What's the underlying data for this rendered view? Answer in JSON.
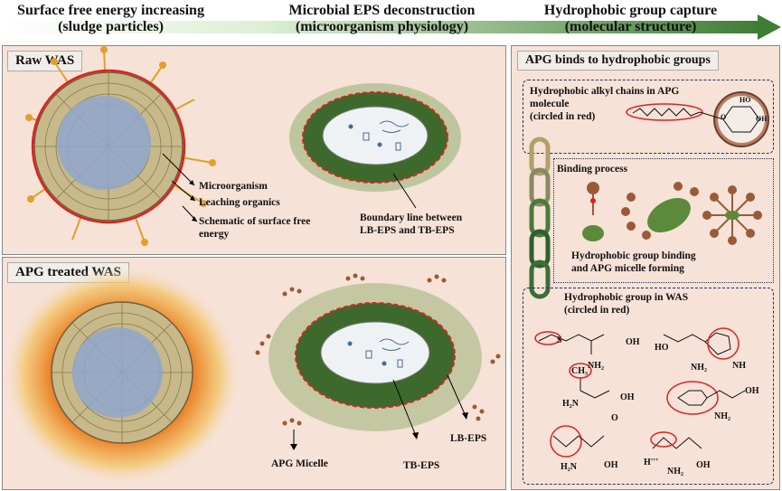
{
  "header": {
    "col1": {
      "line1": "Surface free energy increasing",
      "line2": "(sludge particles)"
    },
    "col2": {
      "line1": "Microbial EPS deconstruction",
      "line2": "(microorganism physiology)"
    },
    "col3": {
      "line1": "Hydrophobic group capture",
      "line2": "(molecular structure)"
    }
  },
  "raw_panel": {
    "title": "Raw WAS",
    "labels": {
      "microorganism": "Microorganism",
      "leaching": "Leaching organics",
      "schematic_l1": "Schematic of surface free",
      "schematic_l2": "energy",
      "boundary_l1": "Boundary line between",
      "boundary_l2": "LB-EPS and TB-EPS"
    }
  },
  "apg_panel": {
    "title": "APG treated WAS",
    "labels": {
      "micelle": "APG Micelle",
      "tb_eps": "TB-EPS",
      "lb_eps": "LB-EPS"
    }
  },
  "right_panel": {
    "title": "APG binds to hydrophobic groups",
    "alkyl_box": {
      "l1": "Hydrophobic alkyl chains in APG",
      "l2": "molecule",
      "l3": "(circled in red)"
    },
    "binding_box": {
      "title": "Binding process",
      "caption_l1": "Hydrophobic group binding",
      "caption_l2": "and APG micelle forming"
    },
    "was_box": {
      "title_l1": "Hydrophobic group in WAS",
      "title_l2": "(circled in red)",
      "chem": {
        "ho": "HO",
        "oh": "OH",
        "nh2": "NH₂",
        "o": "O",
        "h2n": "H₂N",
        "nh": "NH",
        "s": "S",
        "ch3": "CH₃",
        "h": "H",
        "h_prime": "H'''"
      }
    }
  },
  "colors": {
    "panel_bg": "#f6e2d7",
    "particle_core": "#8fa7cc",
    "particle_cell": "#c8b98a",
    "leach": "#e0a12a",
    "red_line": "#e02020",
    "eps_dark": "#3d6a2c",
    "eps_light": "#8fae6f",
    "micelle": "#9a5a38",
    "arrow": "#2f6f2f",
    "dash_border": "#22325e"
  }
}
